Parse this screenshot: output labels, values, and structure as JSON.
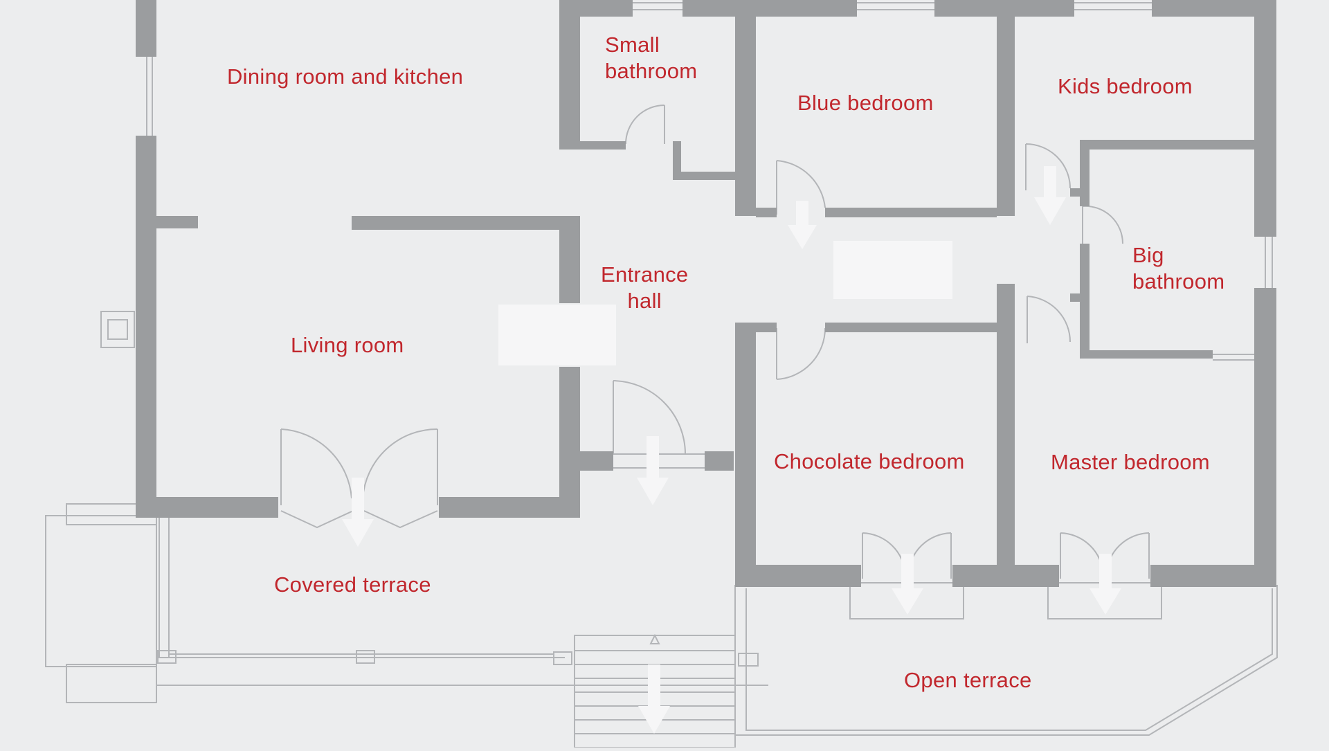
{
  "colors": {
    "background": "#ecedee",
    "wall": "#9b9d9f",
    "fixture_line": "#b3b5b8",
    "label": "#c1272d"
  },
  "rooms": {
    "dining_kitchen": "Dining room and kitchen",
    "small_bathroom": "Small\nbathroom",
    "blue_bedroom": "Blue bedroom",
    "kids_bedroom": "Kids bedroom",
    "big_bathroom": "Big\nbathroom",
    "entrance_hall": "Entrance\nhall",
    "living_room": "Living room",
    "chocolate_bedroom": "Chocolate bedroom",
    "master_bedroom": "Master bedroom",
    "covered_terrace": "Covered terrace",
    "open_terrace": "Open terrace"
  }
}
